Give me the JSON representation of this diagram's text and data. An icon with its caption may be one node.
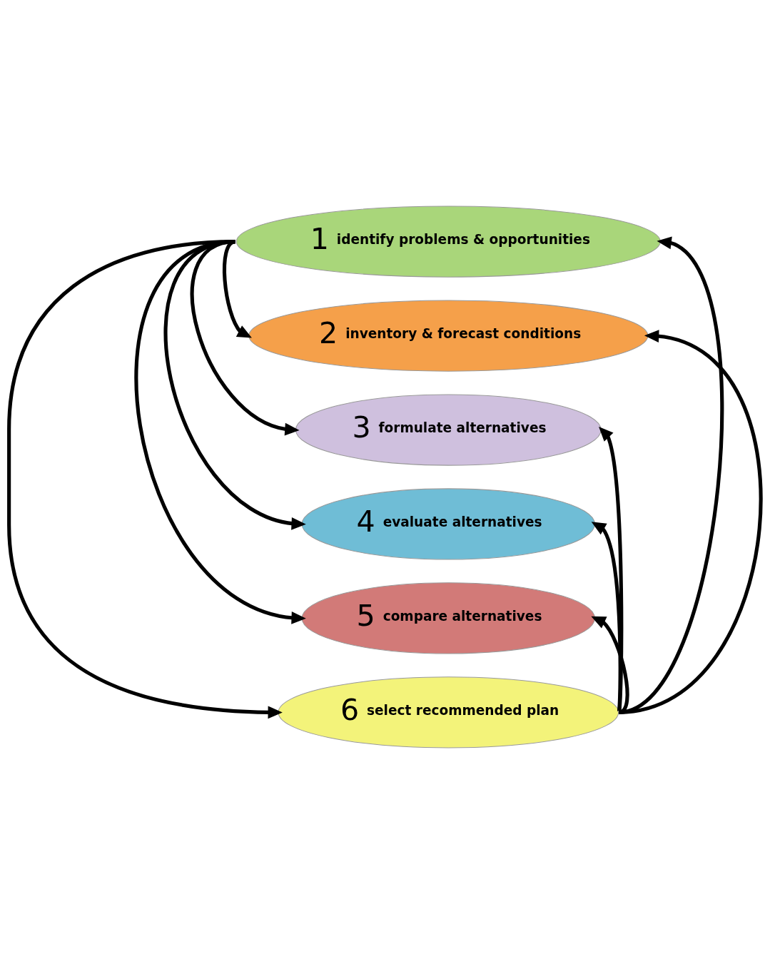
{
  "diagram": {
    "nodes": [
      {
        "text": [
          "1",
          "identify problems & opportunities"
        ]
      },
      {
        "text": [
          "2",
          "inventory & forecast conditions"
        ]
      },
      {
        "text": [
          "3",
          "formulate alternatives"
        ]
      },
      {
        "text": [
          "4",
          "evaluate alternatives"
        ]
      },
      {
        "text": [
          "5",
          "compare alternatives"
        ]
      },
      {
        "text": [
          "6",
          "select recommended plan"
        ]
      }
    ],
    "edges": [
      {
        "from": 0,
        "to": 1,
        "arrow": "to"
      },
      {
        "from": 0,
        "to": 2,
        "arrow": "to"
      },
      {
        "from": 0,
        "to": 3,
        "arrow": "to"
      },
      {
        "from": 0,
        "to": 4,
        "arrow": "to"
      },
      {
        "from": 0,
        "to": 5,
        "arrow": "to"
      },
      {
        "from": 5,
        "to": 4,
        "arrow": "to"
      },
      {
        "from": 5,
        "to": 3,
        "arrow": "to"
      },
      {
        "from": 5,
        "to": 2,
        "arrow": "to"
      },
      {
        "from": 5,
        "to": 1,
        "arrow": "to"
      },
      {
        "from": 5,
        "to": 0,
        "arrow": "to"
      }
    ]
  }
}
